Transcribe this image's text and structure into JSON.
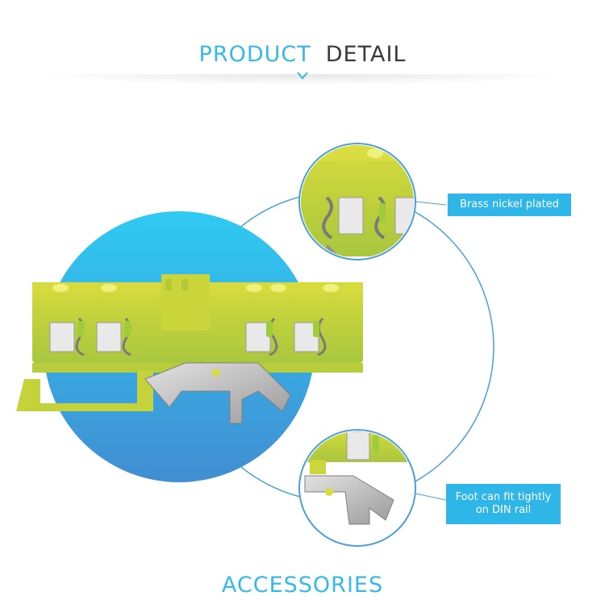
{
  "header": {
    "word1": "PRODUCT",
    "word2": "DETAIL",
    "accent_color": "#37b9e8"
  },
  "callouts": {
    "top_label": "Brass nickel plated",
    "bottom_label_line1": "Foot can fit tightly",
    "bottom_label_line2": "on DIN rail"
  },
  "footer": {
    "title": "ACCESSORIES"
  },
  "icons": [
    "chevron-down-icon"
  ],
  "colors": {
    "circle_top": "#31c8f0",
    "circle_bottom": "#3f93d3",
    "block_yellow": "#cfd63a",
    "block_green": "#9cc43c",
    "metal": "#c8c8c8",
    "orbit_line": "#4a9fd8"
  }
}
